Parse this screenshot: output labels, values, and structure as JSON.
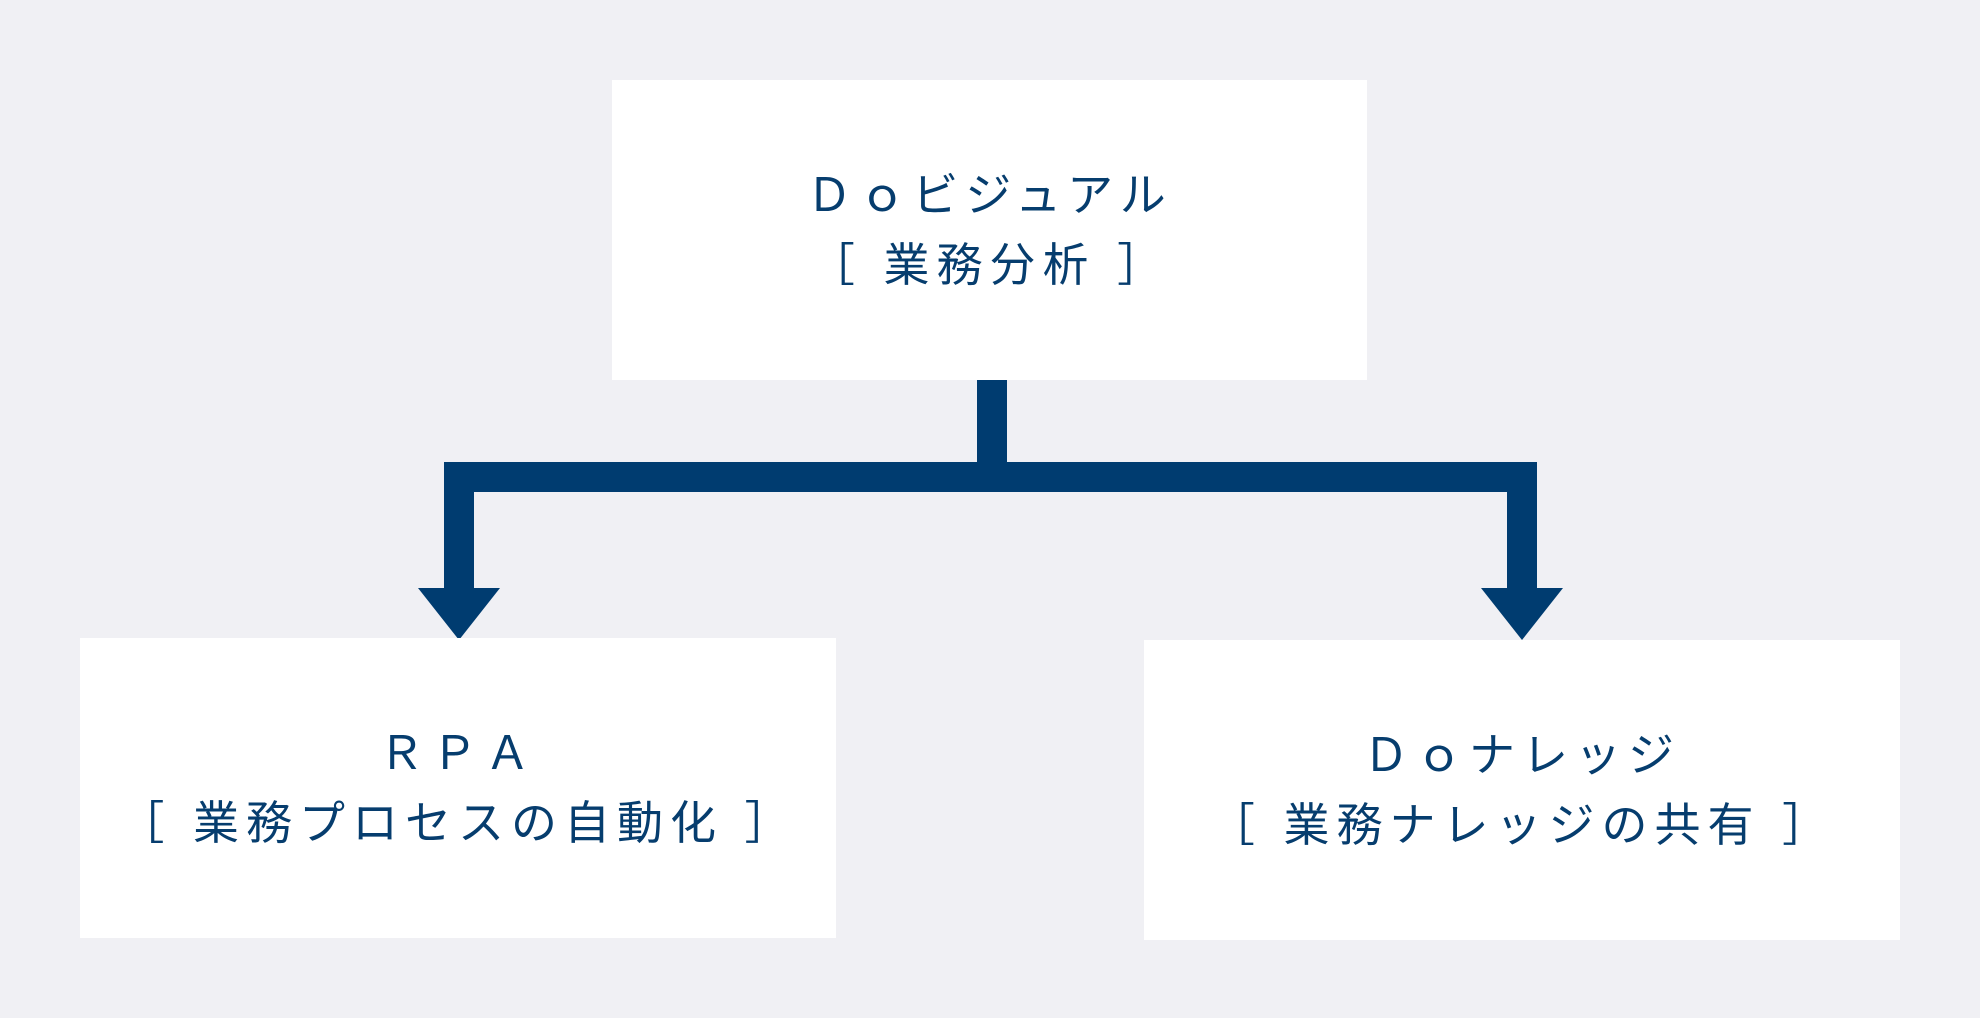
{
  "colors": {
    "background": "#f0f0f4",
    "box": "#ffffff",
    "text": "#063d6e",
    "connector": "#003c70"
  },
  "nodes": {
    "top": {
      "line1": "Ｄｏビジュアル",
      "line2": "［ 業務分析 ］"
    },
    "left": {
      "line1": "ＲＰＡ",
      "line2": "［ 業務プロセスの自動化 ］"
    },
    "right": {
      "line1": "Ｄｏナレッジ",
      "line2": "［ 業務ナレッジの共有 ］"
    }
  }
}
